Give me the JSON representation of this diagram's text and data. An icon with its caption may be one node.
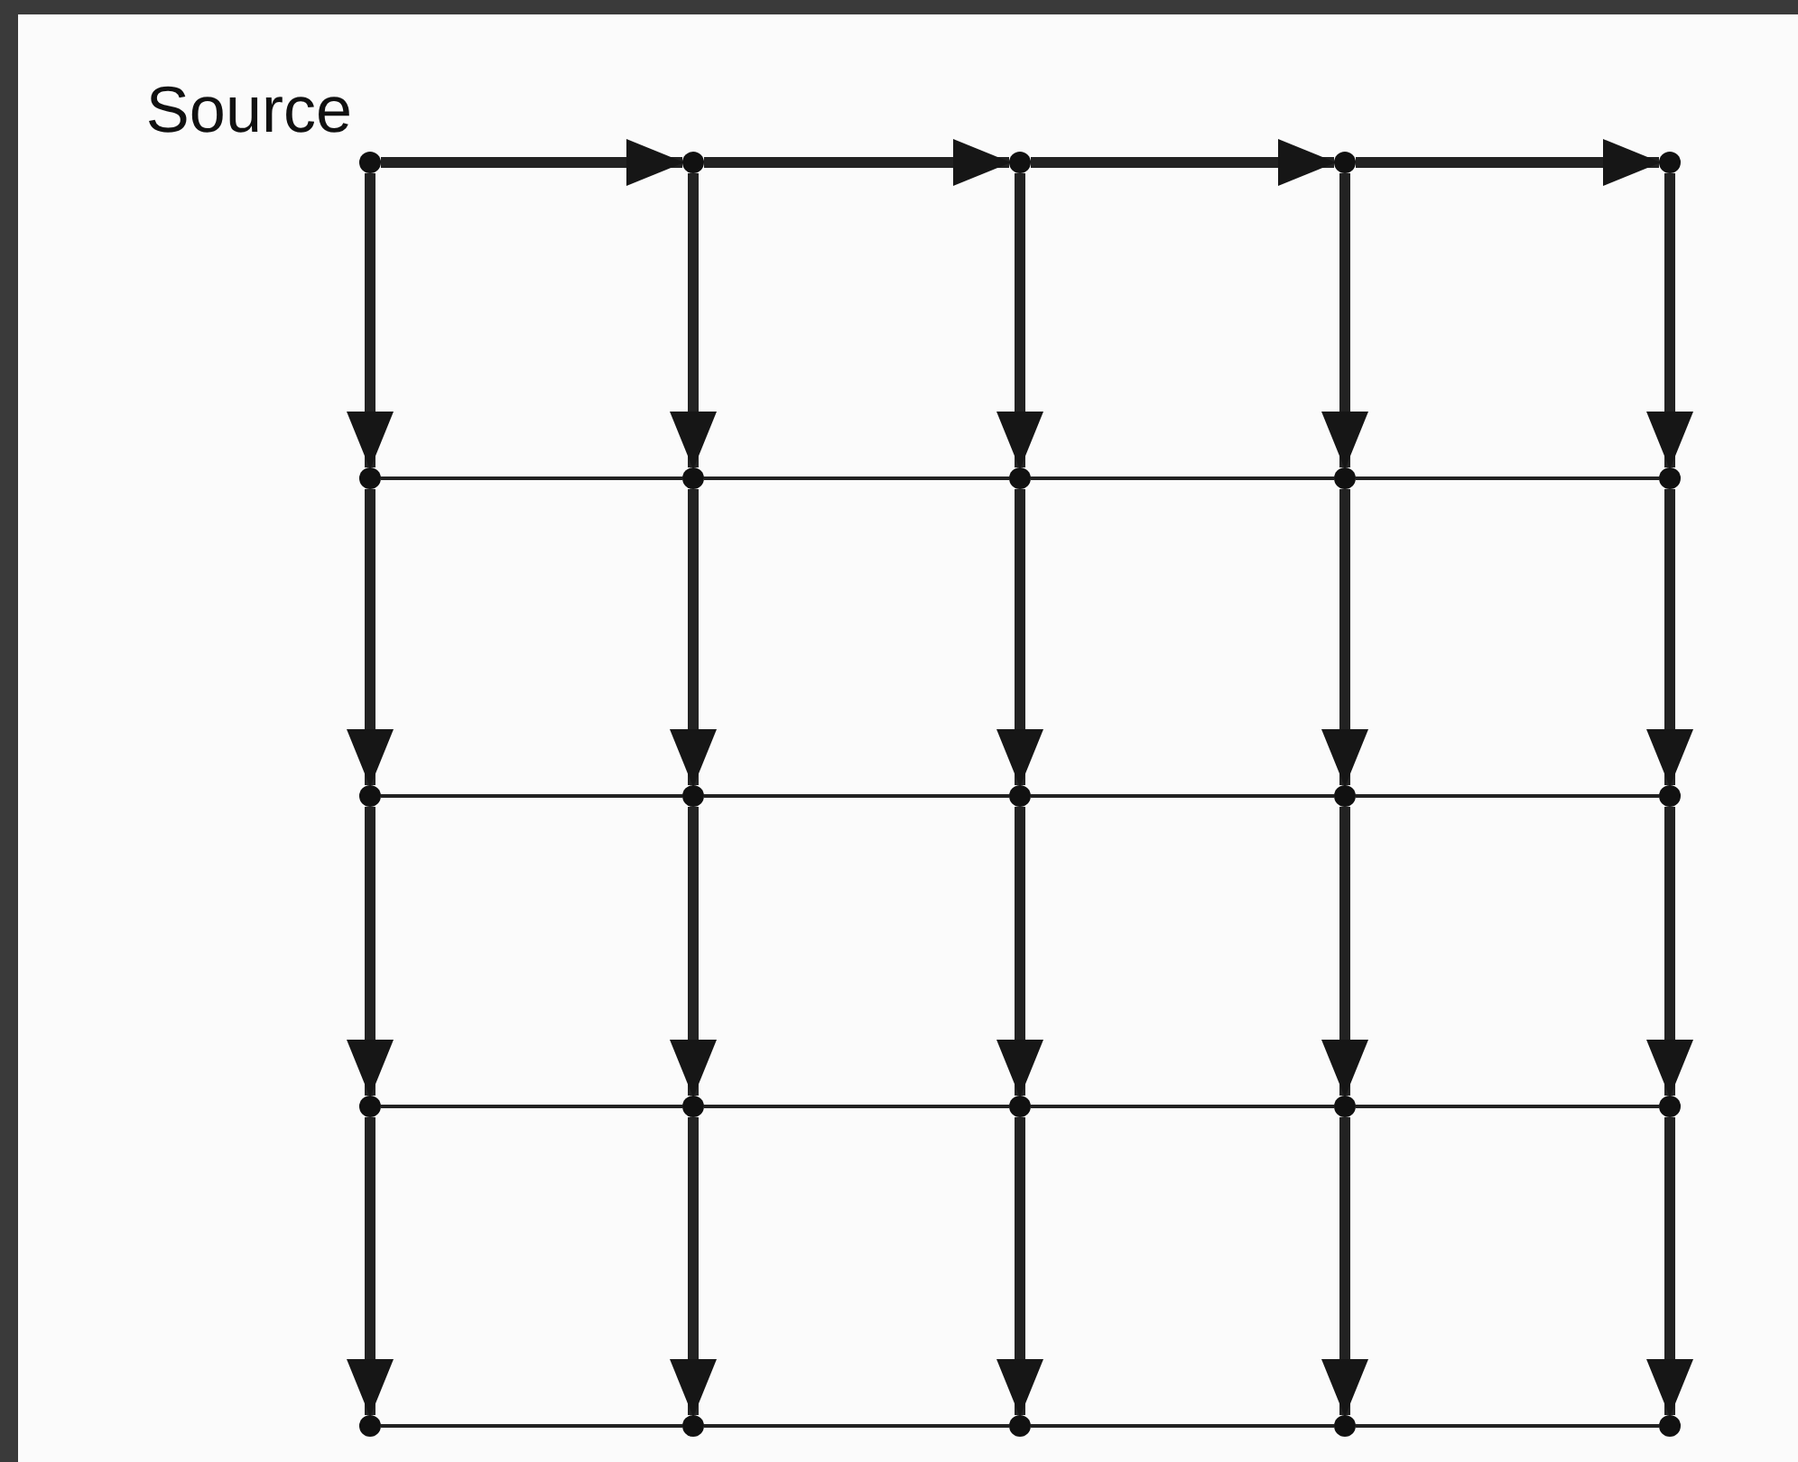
{
  "diagram": {
    "nodes": [
      {
        "text": [],
        "shape": "circle",
        "beside": [
          "Source"
        ]
      },
      {
        "text": [],
        "shape": "circle"
      },
      {
        "text": [],
        "shape": "circle"
      },
      {
        "text": [],
        "shape": "circle"
      },
      {
        "text": [],
        "shape": "circle"
      },
      {
        "text": [],
        "shape": "circle"
      },
      {
        "text": [],
        "shape": "circle"
      },
      {
        "text": [],
        "shape": "circle"
      },
      {
        "text": [],
        "shape": "circle"
      },
      {
        "text": [],
        "shape": "circle"
      },
      {
        "text": [],
        "shape": "circle"
      },
      {
        "text": [],
        "shape": "circle"
      },
      {
        "text": [],
        "shape": "circle"
      },
      {
        "text": [],
        "shape": "circle"
      },
      {
        "text": [],
        "shape": "circle"
      },
      {
        "text": [],
        "shape": "circle"
      },
      {
        "text": [],
        "shape": "circle"
      },
      {
        "text": [],
        "shape": "circle"
      },
      {
        "text": [],
        "shape": "circle"
      },
      {
        "text": [],
        "shape": "circle"
      },
      {
        "text": [],
        "shape": "circle"
      },
      {
        "text": [],
        "shape": "circle"
      },
      {
        "text": [],
        "shape": "circle"
      },
      {
        "text": [],
        "shape": "circle"
      },
      {
        "text": [],
        "shape": "circle"
      }
    ],
    "edges": [
      {
        "from": 0,
        "to": 1,
        "arrow": "to"
      },
      {
        "from": 1,
        "to": 2,
        "arrow": "to"
      },
      {
        "from": 2,
        "to": 3,
        "arrow": "to"
      },
      {
        "from": 3,
        "to": 4,
        "arrow": "to"
      },
      {
        "from": 0,
        "to": 5,
        "arrow": "to"
      },
      {
        "from": 1,
        "to": 6,
        "arrow": "to"
      },
      {
        "from": 2,
        "to": 7,
        "arrow": "to"
      },
      {
        "from": 3,
        "to": 8,
        "arrow": "to"
      },
      {
        "from": 4,
        "to": 9,
        "arrow": "to"
      },
      {
        "from": 5,
        "to": 6,
        "arrow": "none"
      },
      {
        "from": 6,
        "to": 7,
        "arrow": "none"
      },
      {
        "from": 7,
        "to": 8,
        "arrow": "none"
      },
      {
        "from": 8,
        "to": 9,
        "arrow": "none"
      },
      {
        "from": 5,
        "to": 10,
        "arrow": "to"
      },
      {
        "from": 6,
        "to": 11,
        "arrow": "to"
      },
      {
        "from": 7,
        "to": 12,
        "arrow": "to"
      },
      {
        "from": 8,
        "to": 13,
        "arrow": "to"
      },
      {
        "from": 9,
        "to": 14,
        "arrow": "to"
      },
      {
        "from": 10,
        "to": 11,
        "arrow": "none"
      },
      {
        "from": 11,
        "to": 12,
        "arrow": "none"
      },
      {
        "from": 12,
        "to": 13,
        "arrow": "none"
      },
      {
        "from": 13,
        "to": 14,
        "arrow": "none"
      },
      {
        "from": 10,
        "to": 15,
        "arrow": "to"
      },
      {
        "from": 11,
        "to": 16,
        "arrow": "to"
      },
      {
        "from": 12,
        "to": 17,
        "arrow": "to"
      },
      {
        "from": 13,
        "to": 18,
        "arrow": "to"
      },
      {
        "from": 14,
        "to": 19,
        "arrow": "to"
      },
      {
        "from": 15,
        "to": 16,
        "arrow": "none"
      },
      {
        "from": 16,
        "to": 17,
        "arrow": "none"
      },
      {
        "from": 17,
        "to": 18,
        "arrow": "none"
      },
      {
        "from": 18,
        "to": 19,
        "arrow": "none"
      },
      {
        "from": 15,
        "to": 20,
        "arrow": "to"
      },
      {
        "from": 16,
        "to": 21,
        "arrow": "to"
      },
      {
        "from": 17,
        "to": 22,
        "arrow": "to"
      },
      {
        "from": 18,
        "to": 23,
        "arrow": "to"
      },
      {
        "from": 19,
        "to": 24,
        "arrow": "to"
      },
      {
        "from": 20,
        "to": 21,
        "arrow": "none"
      },
      {
        "from": 21,
        "to": 22,
        "arrow": "none"
      },
      {
        "from": 22,
        "to": 23,
        "arrow": "none"
      },
      {
        "from": 23,
        "to": 24,
        "arrow": "none"
      }
    ]
  }
}
